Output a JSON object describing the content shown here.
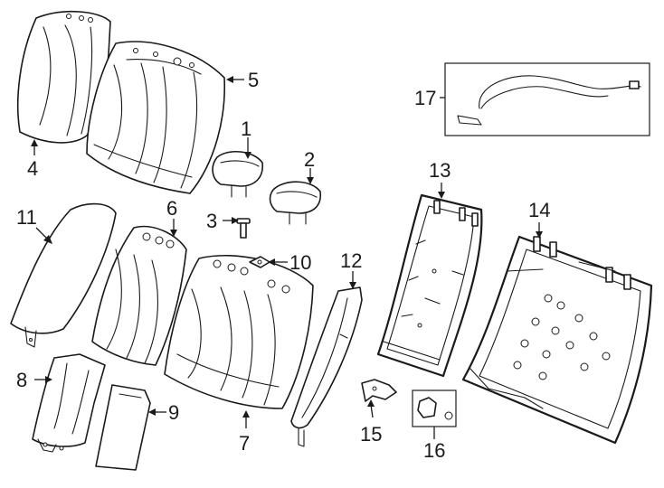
{
  "diagram": {
    "callouts": [
      {
        "id": "1",
        "label": "1"
      },
      {
        "id": "2",
        "label": "2"
      },
      {
        "id": "3",
        "label": "3"
      },
      {
        "id": "4",
        "label": "4"
      },
      {
        "id": "5",
        "label": "5"
      },
      {
        "id": "6",
        "label": "6"
      },
      {
        "id": "7",
        "label": "7"
      },
      {
        "id": "8",
        "label": "8"
      },
      {
        "id": "9",
        "label": "9"
      },
      {
        "id": "10",
        "label": "10"
      },
      {
        "id": "11",
        "label": "11"
      },
      {
        "id": "12",
        "label": "12"
      },
      {
        "id": "13",
        "label": "13"
      },
      {
        "id": "14",
        "label": "14"
      },
      {
        "id": "15",
        "label": "15"
      },
      {
        "id": "16",
        "label": "16"
      },
      {
        "id": "17",
        "label": "17"
      }
    ],
    "colors": {
      "line": "#1a1a1a",
      "background": "#ffffff"
    }
  }
}
